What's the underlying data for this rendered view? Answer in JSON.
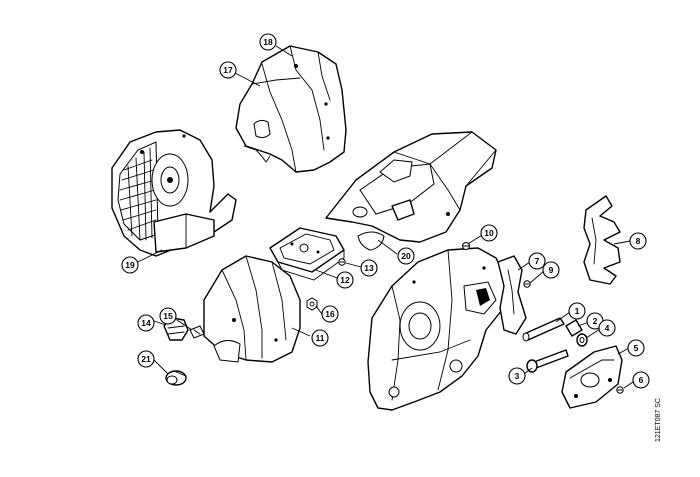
{
  "figure_code": "121ET087 SC",
  "callouts": [
    "1",
    "2",
    "3",
    "4",
    "5",
    "6",
    "7",
    "8",
    "9",
    "10",
    "11",
    "12",
    "13",
    "14",
    "15",
    "16",
    "17",
    "18",
    "19",
    "20",
    "21"
  ]
}
